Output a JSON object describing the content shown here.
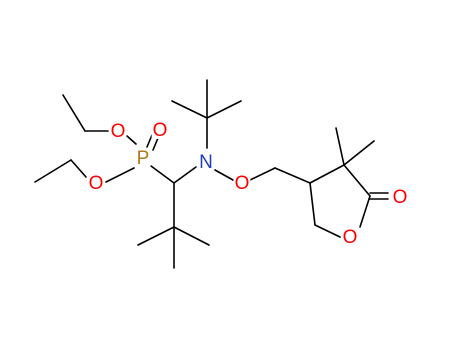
{
  "molecule": {
    "atoms": {
      "P": {
        "label": "P",
        "color": "#b07a1a"
      },
      "O1": {
        "label": "O",
        "color": "#ff0000"
      },
      "O2": {
        "label": "O",
        "color": "#ff0000"
      },
      "O3": {
        "label": "O",
        "color": "#ff0000"
      },
      "N": {
        "label": "N",
        "color": "#1f3fbf"
      },
      "O4": {
        "label": "O",
        "color": "#ff0000"
      },
      "O5": {
        "label": "O",
        "color": "#ff0000"
      },
      "O6": {
        "label": "O",
        "color": "#ff0000"
      }
    }
  }
}
